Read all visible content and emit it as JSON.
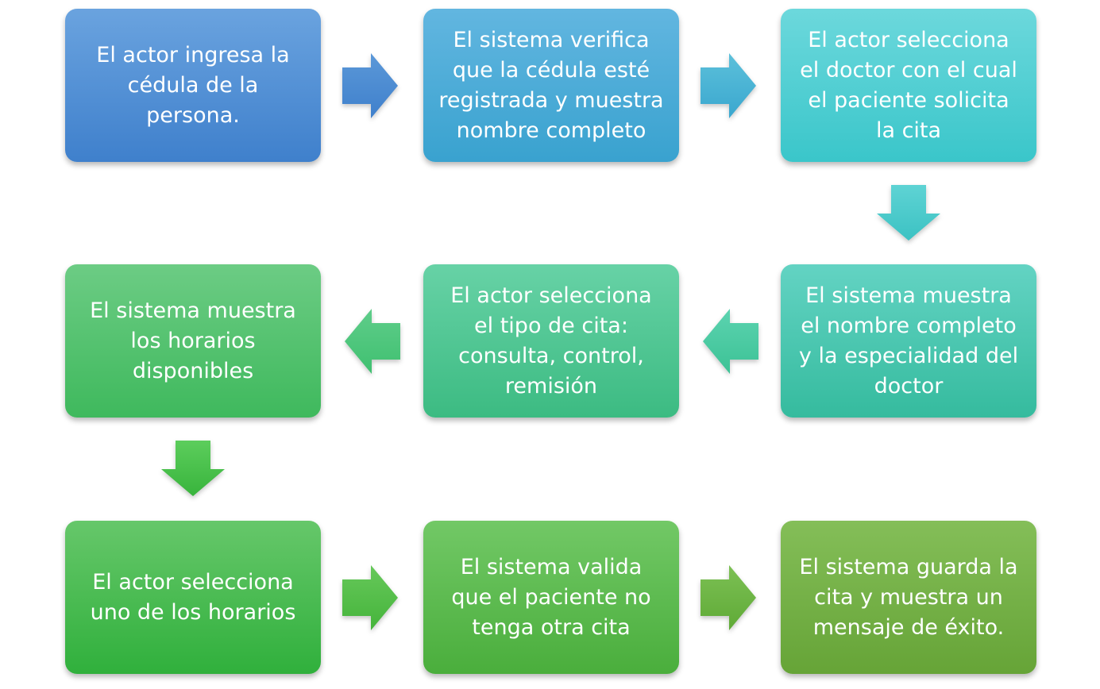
{
  "steps": [
    {
      "text": "El actor ingresa la\ncédula de la\npersona.",
      "color_top": "#6aa3df",
      "color_bottom": "#3f80cc"
    },
    {
      "text": "El sistema verifica\nque la cédula esté\nregistrada y muestra\nnombre completo",
      "color_top": "#62b6e0",
      "color_bottom": "#39a2cf"
    },
    {
      "text": "El actor selecciona\nel doctor con el cual\nel paciente solicita\nla cita",
      "color_top": "#6cd8dc",
      "color_bottom": "#3ac6ca"
    },
    {
      "text": "El sistema muestra\nel nombre completo\ny la especialidad del\ndoctor",
      "color_top": "#63d3c3",
      "color_bottom": "#35bb9e"
    },
    {
      "text": "El actor selecciona\nel tipo de cita:\nconsulta, control,\nremisión",
      "color_top": "#67d2a6",
      "color_bottom": "#3cbb82"
    },
    {
      "text": "El sistema muestra\nlos horarios\ndisponibles",
      "color_top": "#6ccc84",
      "color_bottom": "#3fb95d"
    },
    {
      "text": "El actor selecciona\nuno de los horarios",
      "color_top": "#66c76a",
      "color_bottom": "#30b03c"
    },
    {
      "text": "El sistema valida\nque el paciente no\ntenga otra cita",
      "color_top": "#72c866",
      "color_bottom": "#4aae3c"
    },
    {
      "text": "El sistema guarda la\ncita y muestra un\nmensaje de éxito.",
      "color_top": "#84be58",
      "color_bottom": "#66a437"
    }
  ],
  "arrows": [
    {
      "direction": "right",
      "color_top": "#5b98d8",
      "color_bottom": "#3f80cc"
    },
    {
      "direction": "right",
      "color_top": "#5cc0da",
      "color_bottom": "#3aa7cf"
    },
    {
      "direction": "down",
      "color_top": "#5ed3d4",
      "color_bottom": "#3cc2c3"
    },
    {
      "direction": "left",
      "color_top": "#5cd3b0",
      "color_bottom": "#3cc295"
    },
    {
      "direction": "left",
      "color_top": "#5fcd8a",
      "color_bottom": "#3fc070"
    },
    {
      "direction": "down",
      "color_top": "#5ccd5c",
      "color_bottom": "#38b43c"
    },
    {
      "direction": "right",
      "color_top": "#66c85a",
      "color_bottom": "#45b43b"
    },
    {
      "direction": "right",
      "color_top": "#7cc054",
      "color_bottom": "#5faa36"
    }
  ]
}
